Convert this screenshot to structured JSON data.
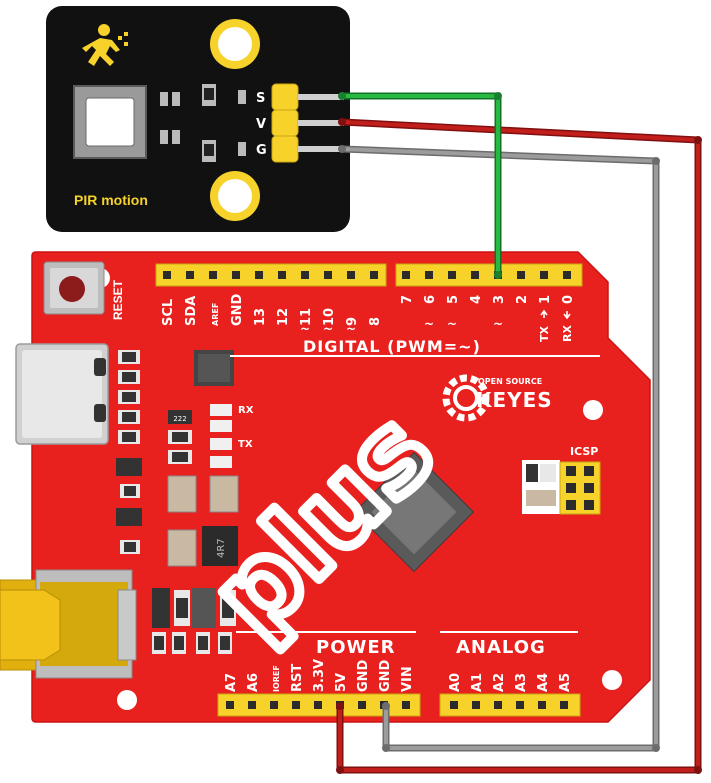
{
  "module": {
    "label": "PIR motion",
    "pins": [
      "S",
      "V",
      "G"
    ]
  },
  "board": {
    "logo": "plus",
    "reset_label": "RESET",
    "digital_label": "DIGITAL (PWM=~)",
    "top_left_pins": [
      "SCL",
      "SDA",
      "AREF",
      "GND",
      "13",
      "12",
      "11",
      "10",
      "9",
      "8"
    ],
    "top_left_pwm": [
      "",
      "",
      "",
      "",
      "",
      "",
      "~",
      "~",
      "~",
      ""
    ],
    "top_right_pins": [
      "7",
      "6",
      "5",
      "4",
      "3",
      "2",
      "1",
      "0"
    ],
    "top_right_pwm": [
      "",
      "~",
      "~",
      "",
      "~",
      "",
      "",
      ""
    ],
    "tx_label": "TX",
    "rx_label": "RX",
    "led_rx": "RX",
    "led_tx": "TX",
    "brand_top": "OPEN SOURCE",
    "brand_name": "KEYES",
    "icsp_label": "ICSP",
    "inductor_label": "4R7",
    "resistor_code": "222",
    "power_label": "POWER",
    "analog_label": "ANALOG",
    "power_pins": [
      "A7",
      "A6",
      "IOREF",
      "RST",
      "3.3V",
      "5V",
      "GND",
      "GND",
      "VIN"
    ],
    "analog_pins": [
      "A0",
      "A1",
      "A2",
      "A3",
      "A4",
      "A5"
    ]
  },
  "colors": {
    "board": "#E8211F",
    "module": "#111111",
    "signal_wire": "#21A33A",
    "power_wire": "#B21A18",
    "ground_wire": "#8C8C8C",
    "header": "#F6D22B"
  }
}
